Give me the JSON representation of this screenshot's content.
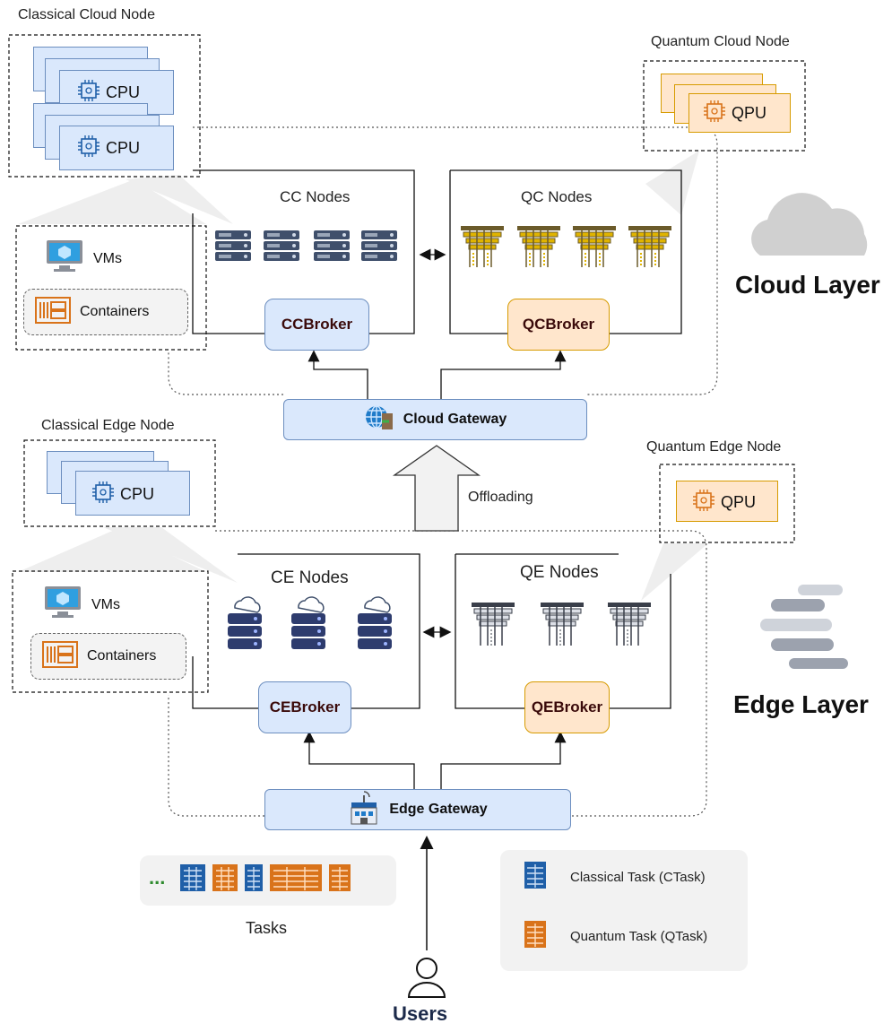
{
  "cloud": {
    "classical_node_title": "Classical Cloud Node",
    "quantum_node_title": "Quantum Cloud Node",
    "cpu_label": "CPU",
    "qpu_label": "QPU",
    "cc_nodes_title": "CC Nodes",
    "qc_nodes_title": "QC Nodes",
    "cc_broker": "CCBroker",
    "qc_broker": "QCBroker",
    "gateway": "Cloud Gateway",
    "vms": "VMs",
    "containers": "Containers",
    "layer_title": "Cloud Layer"
  },
  "edge": {
    "classical_node_title": "Classical Edge Node",
    "quantum_node_title": "Quantum Edge Node",
    "cpu_label": "CPU",
    "qpu_label": "QPU",
    "ce_nodes_title": "CE Nodes",
    "qe_nodes_title": "QE Nodes",
    "ce_broker": "CEBroker",
    "qe_broker": "QEBroker",
    "gateway": "Edge Gateway",
    "vms": "VMs",
    "containers": "Containers",
    "layer_title": "Edge Layer"
  },
  "offloading_label": "Offloading",
  "tasks": {
    "ellipsis": "...",
    "label": "Tasks"
  },
  "legend": {
    "classical": "Classical Task (CTask)",
    "quantum": "Quantum Task (QTask)"
  },
  "users_label": "Users",
  "colors": {
    "classical_fill": "#dae8fc",
    "classical_stroke": "#6c8ebf",
    "quantum_fill": "#ffe6cc",
    "quantum_stroke": "#d79b00",
    "ctask": "#1f5fa8",
    "qtask": "#d9731a",
    "server": "#3f4f6b"
  }
}
